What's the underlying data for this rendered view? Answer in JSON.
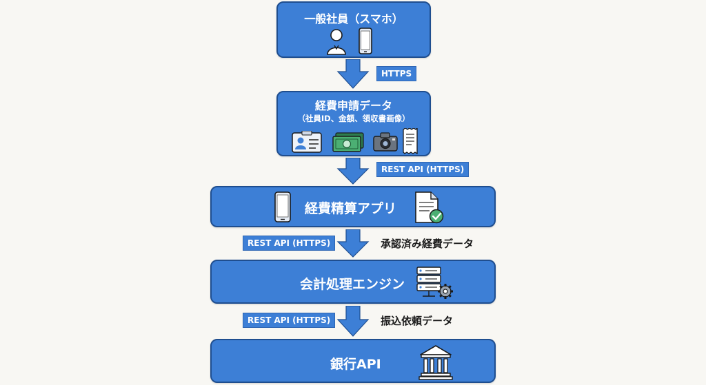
{
  "nodes": {
    "employee": {
      "label": "一般社員（スマホ）"
    },
    "expense_data": {
      "label": "経費申請データ",
      "sub": "（社員ID、金額、領収書画像）"
    },
    "expense_app": {
      "label": "経費精算アプリ"
    },
    "accounting": {
      "label": "会計処理エンジン"
    },
    "bank": {
      "label": "銀行API"
    }
  },
  "edges": {
    "e1": {
      "protocol": "HTTPS"
    },
    "e2": {
      "protocol": "REST API (HTTPS)"
    },
    "e3": {
      "protocol": "REST API (HTTPS)",
      "note": "承認済み経費データ"
    },
    "e4": {
      "protocol": "REST API (HTTPS)",
      "note": "振込依頼データ"
    }
  },
  "colors": {
    "box": "#3d7fd6",
    "border": "#1f4e8f",
    "arrow": "#3d7fd6"
  },
  "icons": [
    "person-icon",
    "smartphone-icon",
    "id-card-icon",
    "money-icon",
    "camera-icon",
    "receipt-icon",
    "document-check-icon",
    "server-gear-icon",
    "bank-icon"
  ]
}
